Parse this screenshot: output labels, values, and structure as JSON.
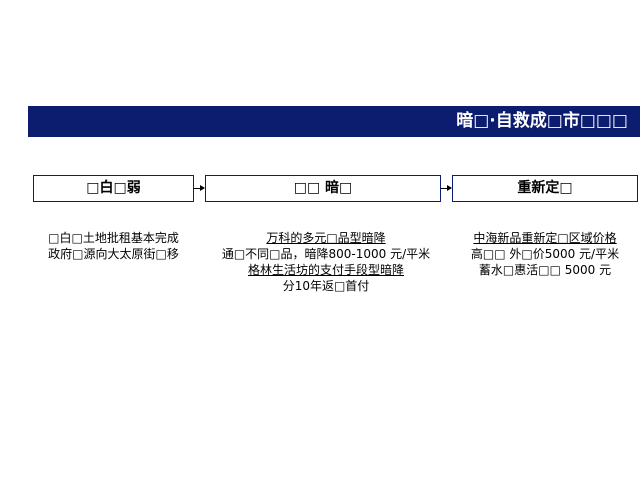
{
  "header": {
    "title": "暗□·自救成□市□□□"
  },
  "stages": [
    {
      "label": "□白□弱"
    },
    {
      "label": "□□ 暗□"
    },
    {
      "label": "重新定□"
    }
  ],
  "columns": [
    {
      "lines": [
        {
          "text": "□白□土地批租基本完成",
          "underline": false
        },
        {
          "text": "政府□源向大太原街□移",
          "underline": false
        }
      ]
    },
    {
      "lines": [
        {
          "text": "万科的多元□品型暗降",
          "underline": true
        },
        {
          "text": "通□不同□品，暗降800-1000 元/平米",
          "underline": false
        },
        {
          "text": "格林生活坊的支付手段型暗降",
          "underline": true
        },
        {
          "text": "分10年返□首付",
          "underline": false
        }
      ]
    },
    {
      "lines": [
        {
          "text": "中海新品重新定□区域价格",
          "underline": true
        },
        {
          "text": "高□□ 外□价5000 元/平米",
          "underline": false
        },
        {
          "text": "蓄水□惠活□□ 5000 元",
          "underline": false
        }
      ]
    }
  ]
}
